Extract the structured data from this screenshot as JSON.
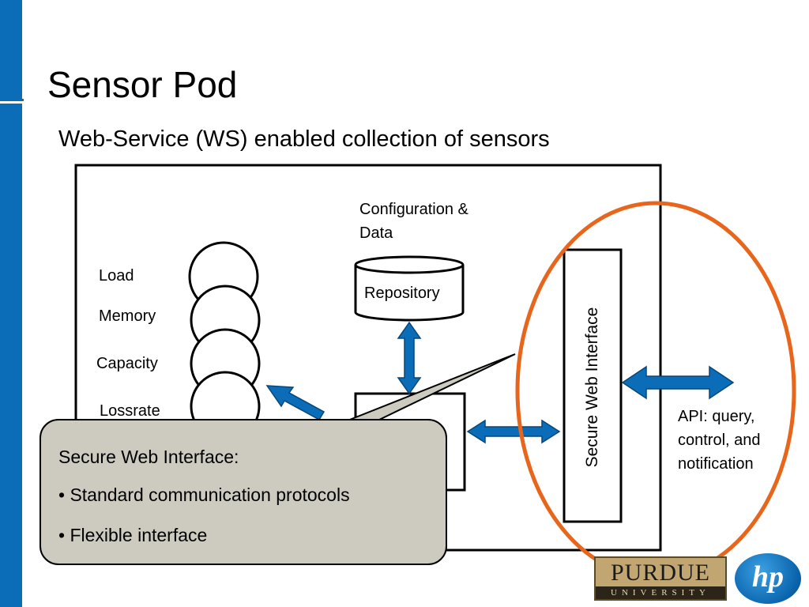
{
  "slide": {
    "title": "Sensor Pod",
    "subtitle": "Web-Service (WS) enabled collection of sensors"
  },
  "diagram": {
    "sensors": [
      {
        "label": "Load"
      },
      {
        "label": "Memory"
      },
      {
        "label": "Capacity"
      },
      {
        "label": "Lossrate"
      }
    ],
    "repository": {
      "caption": "Configuration & Data",
      "label": "Repository"
    },
    "interface": {
      "label": "Secure Web Interface"
    },
    "api_note": "API: query, control, and notification"
  },
  "callout": {
    "heading": "Secure Web Interface:",
    "items": [
      "• Standard communication protocols",
      "• Flexible interface"
    ]
  },
  "logos": {
    "purdue_word": "PURDUE",
    "purdue_sub": "UNIVERSITY",
    "hp_text": "hp"
  },
  "colors": {
    "sidebar": "#0b6db7",
    "arrow": "#0b6db7",
    "highlight_ellipse": "#e8661c",
    "callout_fill": "#cdcbc0"
  }
}
